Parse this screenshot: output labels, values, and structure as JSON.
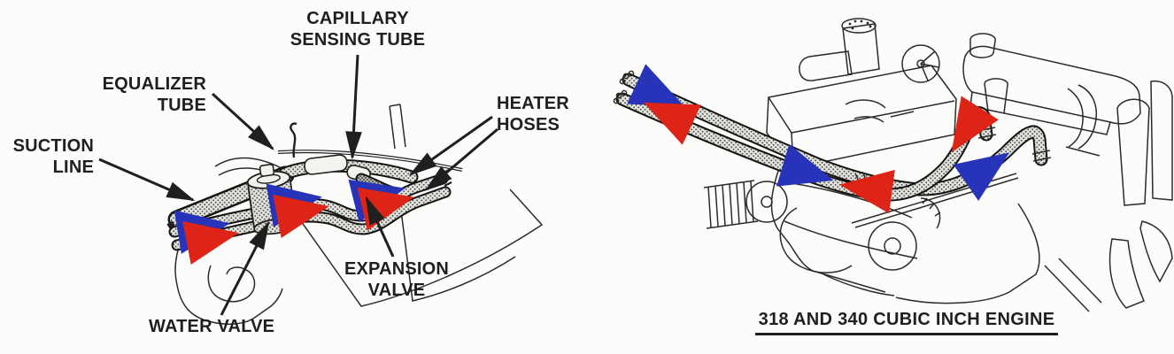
{
  "figure": {
    "kind": "service-manual heater and air-conditioning hose routing diagram",
    "colors": {
      "paper": "#fcfcfa",
      "ink": "#1f1f1f",
      "flow_cold": "#2733b8",
      "flow_hot": "#de2417"
    },
    "left_diagram": {
      "description": "Firewall plumbing assembly with callout labels",
      "labels": {
        "capillary": "CAPILLARY\nSENSING TUBE",
        "equalizer": "EQUALIZER\nTUBE",
        "suction": "SUCTION\nLINE",
        "heater": "HEATER\nHOSES",
        "expansion": "EXPANSION\nVALVE",
        "water": "WATER VALVE"
      },
      "flow_arrows": [
        {
          "color": "blue",
          "direction": "right",
          "location": "lower-left hose pair"
        },
        {
          "color": "red",
          "direction": "right",
          "location": "lower-left hose pair"
        },
        {
          "color": "blue",
          "direction": "right",
          "location": "center hose pair"
        },
        {
          "color": "red",
          "direction": "right",
          "location": "center hose pair"
        },
        {
          "color": "blue",
          "direction": "right",
          "location": "right hose pair"
        },
        {
          "color": "red",
          "direction": "right",
          "location": "right hose pair"
        }
      ]
    },
    "right_diagram": {
      "description": "V8 engine perspective view with two heater hoses routed across it",
      "caption": "318 AND 340 CUBIC INCH ENGINE",
      "flow_arrows": [
        {
          "color": "blue",
          "direction": "down-right",
          "location": "front hose tip"
        },
        {
          "color": "red",
          "direction": "up-left",
          "location": "front hose tip"
        },
        {
          "color": "blue",
          "direction": "right",
          "location": "mid run"
        },
        {
          "color": "red",
          "direction": "left",
          "location": "mid run"
        },
        {
          "color": "red",
          "direction": "down-left",
          "location": "left elbow"
        },
        {
          "color": "blue",
          "direction": "up-right",
          "location": "right elbow"
        }
      ]
    }
  }
}
